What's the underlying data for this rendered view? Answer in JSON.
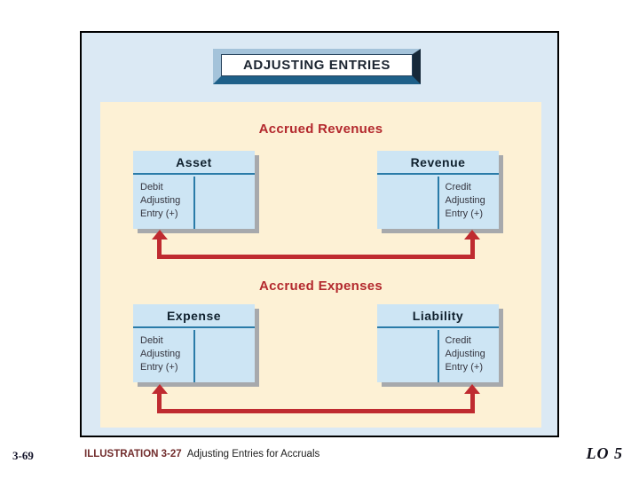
{
  "banner": {
    "title": "ADJUSTING ENTRIES"
  },
  "sections": [
    {
      "heading": "Accrued Revenues",
      "accounts": [
        {
          "name": "Asset",
          "entry_side": "debit",
          "entry": [
            "Debit",
            "Adjusting",
            "Entry (+)"
          ]
        },
        {
          "name": "Revenue",
          "entry_side": "credit",
          "entry": [
            "Credit",
            "Adjusting",
            "Entry (+)"
          ]
        }
      ],
      "connector": "arrow from Asset debit side to Revenue credit side"
    },
    {
      "heading": "Accrued Expenses",
      "accounts": [
        {
          "name": "Expense",
          "entry_side": "debit",
          "entry": [
            "Debit",
            "Adjusting",
            "Entry (+)"
          ]
        },
        {
          "name": "Liability",
          "entry_side": "credit",
          "entry": [
            "Credit",
            "Adjusting",
            "Entry (+)"
          ]
        }
      ],
      "connector": "arrow from Expense debit side to Liability credit side"
    }
  ],
  "footer": {
    "page_number": "3-69",
    "illustration_label": "ILLUSTRATION 3-27",
    "illustration_caption": "Adjusting Entries for Accruals",
    "learning_objective": "LO 5"
  },
  "colors": {
    "slide_background": "#dbe9f4",
    "panel_background": "#fdf1d5",
    "account_fill": "#cde5f4",
    "account_rule": "#2a7ba8",
    "shadow_gray": "#a7a9ac",
    "arrow_red": "#bf2b30",
    "heading_red": "#b3282d",
    "banner_bevel_light": "#a4c3da",
    "banner_bevel_medium": "#1e6089",
    "banner_bevel_dark": "#16293a",
    "illustration_maroon": "#722d2d"
  }
}
